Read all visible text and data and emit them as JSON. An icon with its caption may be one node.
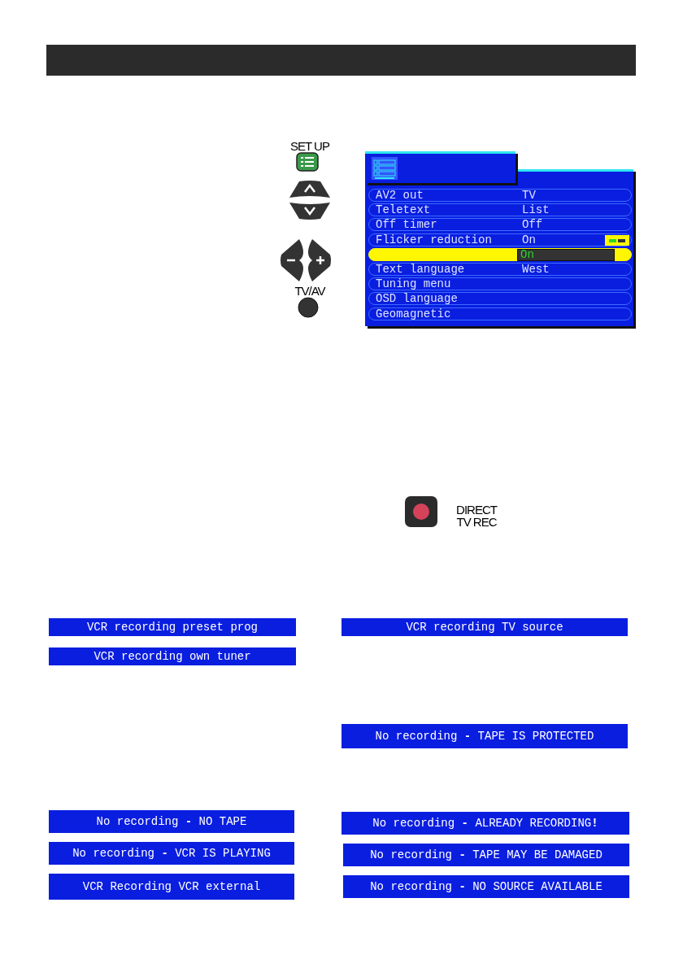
{
  "diagram": {
    "nodes": [
      {
        "text": [],
        "shape": "bar"
      },
      {
        "text": [
          "AV2 out",
          "TV"
        ]
      },
      {
        "text": [
          "Teletext",
          "List"
        ]
      },
      {
        "text": [
          "Off timer",
          "Off"
        ]
      },
      {
        "text": [
          "Flicker reduction",
          "On"
        ]
      },
      {
        "text": [
          "On"
        ]
      },
      {
        "text": [
          "Text language",
          "West"
        ]
      },
      {
        "text": [
          "Tuning menu"
        ]
      },
      {
        "text": [
          "OSD language"
        ]
      },
      {
        "text": [
          "Geomagnetic"
        ]
      },
      {
        "text": [
          "VCR recording preset prog"
        ]
      },
      {
        "text": [
          "VCR recording TV source"
        ]
      },
      {
        "text": [
          "VCR recording own tuner"
        ]
      },
      {
        "text": [
          "No recording **-** TAPE IS PROTECTED"
        ]
      },
      {
        "text": [
          "No recording **-** NO TAPE"
        ]
      },
      {
        "text": [
          "No recording **-** ALREADY RECORDING**!**"
        ]
      },
      {
        "text": [
          "No recording **-** VCR IS PLAYING"
        ]
      },
      {
        "text": [
          "No recording **-** TAPE MAY BE DAMAGED"
        ]
      },
      {
        "text": [
          "VCR Recording VCR external"
        ]
      },
      {
        "text": [
          "No recording **-** NO SOURCE AVAILABLE"
        ]
      }
    ],
    "labels": [
      "SET UP",
      "TV/AV",
      "DIRECT TV REC"
    ]
  }
}
